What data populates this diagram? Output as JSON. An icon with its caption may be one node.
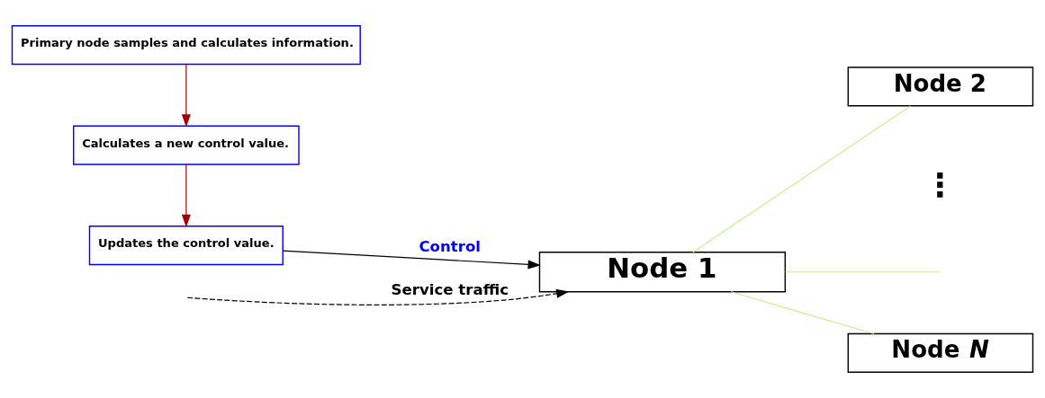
{
  "diagram": {
    "nodes": [
      {
        "text": [
          "Node 1"
        ]
      },
      {
        "text": [
          "Node 2"
        ]
      },
      {
        "text": [
          "Node *N*"
        ]
      },
      {
        "text": [
          "Primary node samples and calculates information."
        ]
      },
      {
        "text": [
          "Calculates a new control value."
        ]
      },
      {
        "text": [
          "Updates the control value."
        ]
      }
    ],
    "edges": [
      {
        "from": null,
        "to": 0,
        "arrow": "to",
        "style": "dashed",
        "label": "Service traffic",
        "color": "#000000"
      },
      {
        "from": 0,
        "to": 1,
        "arrow": "none",
        "color": "#c8f08c"
      },
      {
        "from": 0,
        "to": null,
        "arrow": "none",
        "color": "#c8f08c"
      },
      {
        "from": 0,
        "to": 2,
        "arrow": "none",
        "color": "#c8f08c"
      },
      {
        "from": 5,
        "to": 0,
        "arrow": "to",
        "label": "Control",
        "color": "#000000"
      },
      {
        "from": 3,
        "to": 4,
        "arrow": "to",
        "color": "#a00000"
      },
      {
        "from": 4,
        "to": 5,
        "arrow": "to",
        "color": "#a00000"
      }
    ],
    "labels": [
      "⋮"
    ]
  }
}
